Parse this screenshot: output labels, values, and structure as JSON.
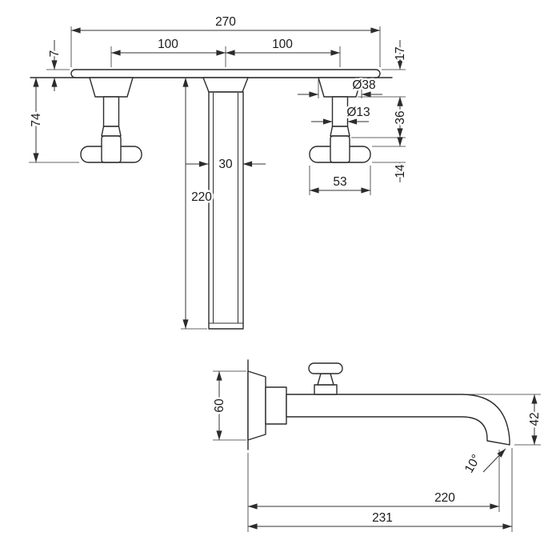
{
  "drawing": {
    "front_view": {
      "overall_width": "270",
      "left_spacing": "100",
      "right_spacing": "100",
      "plate_thickness": "7",
      "escutcheon_height": "17",
      "handle_projection": "74",
      "escutcheon_diameter": "Ø38",
      "stem_diameter": "Ø13",
      "handle_body_height": "36",
      "arm_thickness": "14",
      "spout_width": "30",
      "spout_length": "220",
      "handle_width": "53"
    },
    "side_view": {
      "escutcheon_height": "60",
      "spout_drop": "42",
      "spout_angle": "10°",
      "spout_reach": "220",
      "overall_reach": "231"
    }
  }
}
